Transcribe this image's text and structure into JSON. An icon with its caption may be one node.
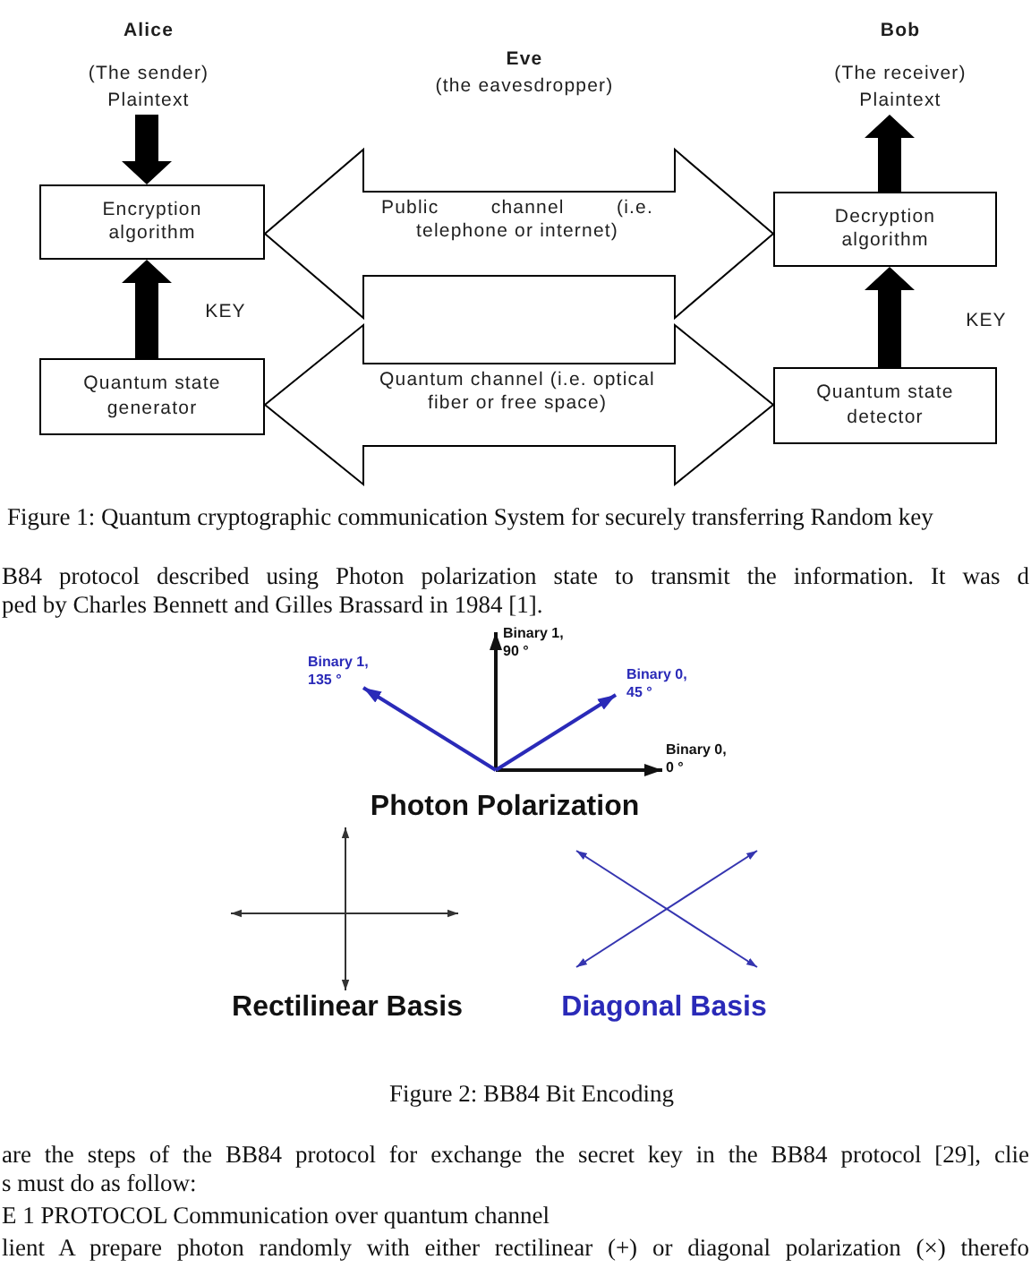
{
  "diagram": {
    "nodes": [
      {
        "text": [
          "Plaintext"
        ]
      },
      {
        "text": [
          "Plaintext"
        ]
      },
      {
        "text": [
          "Encryption algorithm"
        ]
      },
      {
        "text": [
          "Decryption algorithm"
        ]
      },
      {
        "text": [
          "Quantum state generator"
        ]
      },
      {
        "text": [
          "Quantum state detector"
        ]
      }
    ],
    "edges": [
      {
        "from": 0,
        "to": 2,
        "arrow": "to",
        "style": "thick"
      },
      {
        "from": 3,
        "to": 1,
        "arrow": "to",
        "style": "thick"
      },
      {
        "from": 2,
        "to": 3,
        "arrow": "both",
        "label": "Public channel (i.e. telephone or internet)"
      },
      {
        "from": 4,
        "to": 2,
        "arrow": "to",
        "style": "thick",
        "label": "KEY"
      },
      {
        "from": 5,
        "to": 3,
        "arrow": "to",
        "style": "thick",
        "label": "KEY"
      },
      {
        "from": 4,
        "to": 5,
        "arrow": "both",
        "label": "Quantum channel (i.e. optical fiber or free space)"
      }
    ],
    "labels": [
      "Alice",
      "Bob",
      "Eve",
      "(The sender)",
      "(the eavesdropper)",
      "(The receiver)",
      "Figure 1: Quantum cryptographic communication System for securely transferring Random key",
      "B84 protocol described using Photon polarization state to transmit the information. It was d",
      "ped by Charles Bennett and Gilles Brassard in 1984 [1].",
      "Binary 1, 90 °",
      "Binary 1, 135 °",
      "Binary 0, 45 °",
      "Binary 0, 0 °",
      "Photon Polarization",
      "Rectilinear Basis",
      "Diagonal Basis",
      "Figure 2: BB84 Bit Encoding",
      "are the steps of the BB84 protocol for exchange the secret key in the BB84 protocol [29], clie",
      "s must do as follow:",
      "E 1 PROTOCOL Communication over quantum channel",
      "lient A prepare photon randomly with either rectilinear (+) or diagonal polarization (×) therefo"
    ]
  }
}
